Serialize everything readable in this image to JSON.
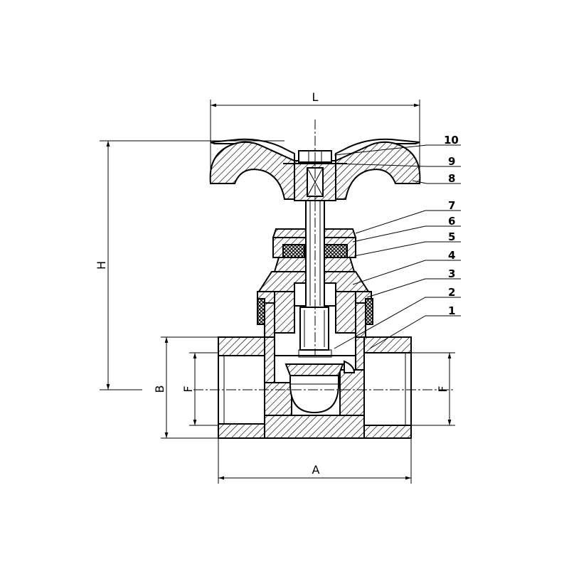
{
  "dimensions": {
    "L": "L",
    "H": "H",
    "A": "A",
    "B": "B",
    "F_left": "F",
    "F_right": "F"
  },
  "part_numbers": [
    "10",
    "9",
    "8",
    "7",
    "6",
    "5",
    "4",
    "3",
    "2",
    "1"
  ]
}
